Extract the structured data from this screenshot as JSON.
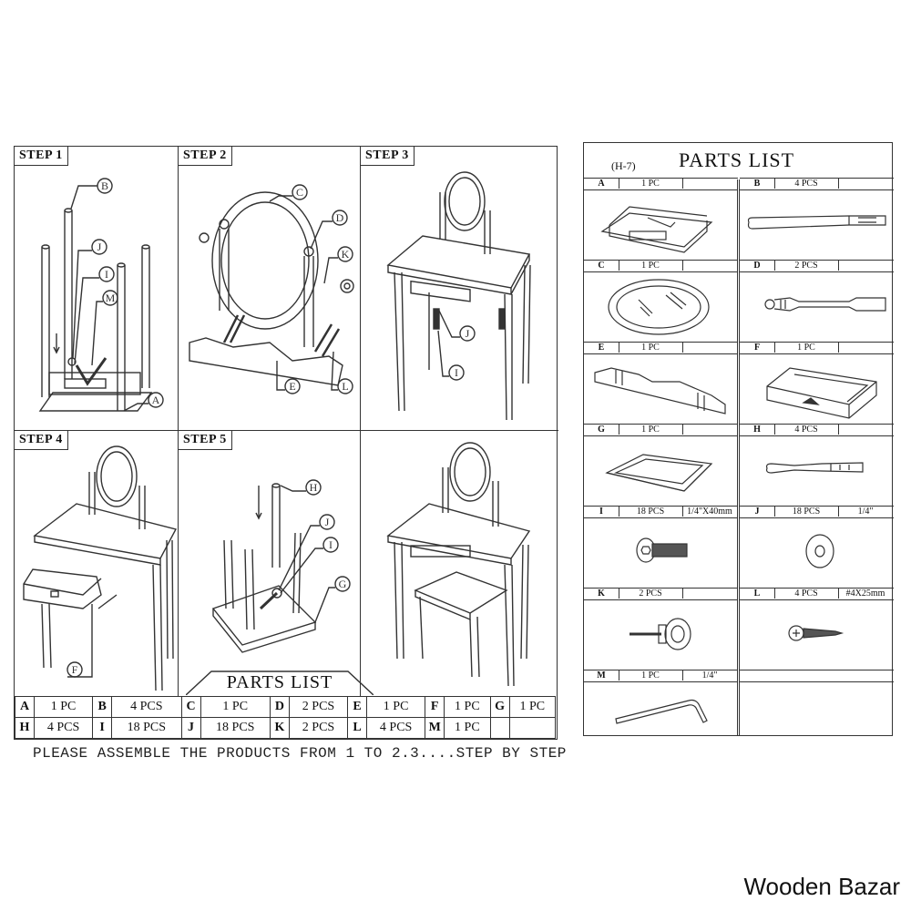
{
  "left_sheet": {
    "steps": [
      {
        "label": "STEP 1",
        "callouts": [
          "B",
          "J",
          "I",
          "M",
          "A"
        ]
      },
      {
        "label": "STEP 2",
        "callouts": [
          "C",
          "D",
          "K",
          "E",
          "L"
        ]
      },
      {
        "label": "STEP 3",
        "callouts": [
          "J",
          "I"
        ]
      },
      {
        "label": "STEP 4",
        "callouts": [
          "F"
        ]
      },
      {
        "label": "STEP 5",
        "callouts": [
          "H",
          "J",
          "I",
          "G"
        ]
      },
      {
        "label": "",
        "callouts": []
      }
    ],
    "parts_list_title": "PARTS LIST",
    "parts_table": {
      "row1": [
        {
          "letter": "A",
          "qty": "1 PC"
        },
        {
          "letter": "B",
          "qty": "4 PCS"
        },
        {
          "letter": "C",
          "qty": "1 PC"
        },
        {
          "letter": "D",
          "qty": "2 PCS"
        },
        {
          "letter": "E",
          "qty": "1 PC"
        },
        {
          "letter": "F",
          "qty": "1 PC"
        },
        {
          "letter": "G",
          "qty": "1 PC"
        }
      ],
      "row2": [
        {
          "letter": "H",
          "qty": "4 PCS"
        },
        {
          "letter": "I",
          "qty": "18 PCS"
        },
        {
          "letter": "J",
          "qty": "18 PCS"
        },
        {
          "letter": "K",
          "qty": "2 PCS"
        },
        {
          "letter": "L",
          "qty": "4 PCS"
        },
        {
          "letter": "M",
          "qty": "1 PC"
        },
        {
          "letter": "",
          "qty": ""
        }
      ]
    },
    "instruction": "PLEASE ASSEMBLE THE PRODUCTS FROM 1 TO 2.3....STEP BY STEP"
  },
  "right_sheet": {
    "model_code": "(H-7)",
    "title": "PARTS LIST",
    "parts": [
      {
        "letter": "A",
        "qty": "1 PC",
        "spec": "",
        "icon": "table-frame"
      },
      {
        "letter": "B",
        "qty": "4 PCS",
        "spec": "",
        "icon": "table-leg"
      },
      {
        "letter": "C",
        "qty": "1 PC",
        "spec": "",
        "icon": "oval-mirror"
      },
      {
        "letter": "D",
        "qty": "2 PCS",
        "spec": "",
        "icon": "mirror-post"
      },
      {
        "letter": "E",
        "qty": "1 PC",
        "spec": "",
        "icon": "mirror-base"
      },
      {
        "letter": "F",
        "qty": "1 PC",
        "spec": "",
        "icon": "drawer"
      },
      {
        "letter": "G",
        "qty": "1 PC",
        "spec": "",
        "icon": "stool-frame"
      },
      {
        "letter": "H",
        "qty": "4 PCS",
        "spec": "",
        "icon": "stool-leg"
      },
      {
        "letter": "I",
        "qty": "18 PCS",
        "spec": "1/4\"X40mm",
        "icon": "bolt"
      },
      {
        "letter": "J",
        "qty": "18 PCS",
        "spec": "1/4\"",
        "icon": "washer"
      },
      {
        "letter": "K",
        "qty": "2 PCS",
        "spec": "",
        "icon": "knob"
      },
      {
        "letter": "L",
        "qty": "4 PCS",
        "spec": "#4X25mm",
        "icon": "screw"
      },
      {
        "letter": "M",
        "qty": "1 PC",
        "spec": "1/4\"",
        "icon": "allen-key"
      },
      {
        "letter": "",
        "qty": "",
        "spec": "",
        "icon": "empty"
      }
    ]
  },
  "watermark": "Wooden Bazar",
  "colors": {
    "ink": "#333333",
    "background": "#ffffff"
  }
}
